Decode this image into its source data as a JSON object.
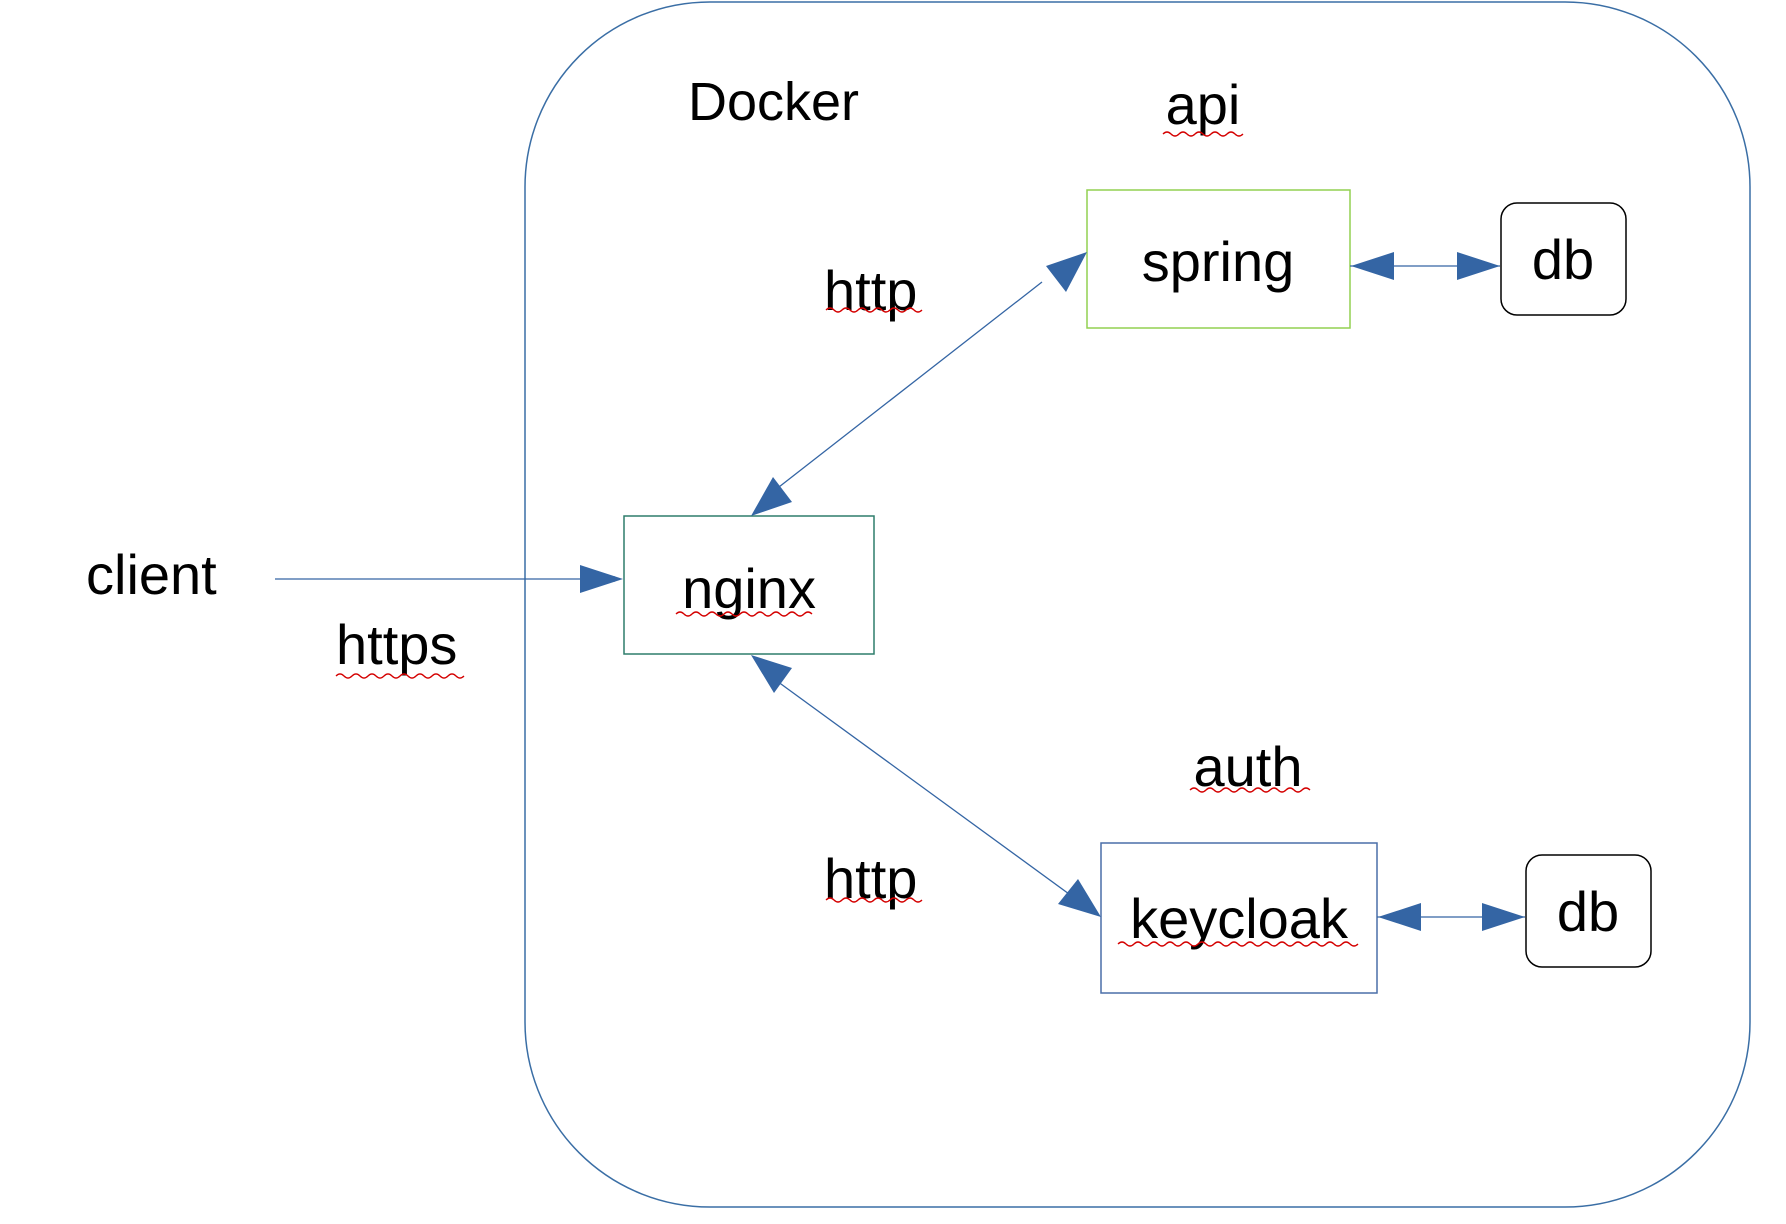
{
  "colors": {
    "container": "#3a6ea5",
    "spring_border": "#92d050",
    "nginx_border": "#2e7d6b",
    "keycloak_border": "#4a6fa8",
    "db_border": "#000000",
    "arrow": "#3465a4",
    "spellcheck": "#d40000"
  },
  "container": {
    "title": "Docker"
  },
  "client": {
    "label": "client"
  },
  "nodes": {
    "nginx": {
      "label": "nginx"
    },
    "spring": {
      "label": "spring",
      "group_label": "api"
    },
    "keycloak": {
      "label": "keycloak",
      "group_label": "auth"
    },
    "spring_db": {
      "label": "db"
    },
    "keycloak_db": {
      "label": "db"
    }
  },
  "edges": {
    "client_to_nginx": {
      "label": "https"
    },
    "nginx_spring": {
      "label": "http"
    },
    "nginx_keycloak": {
      "label": "http"
    }
  }
}
